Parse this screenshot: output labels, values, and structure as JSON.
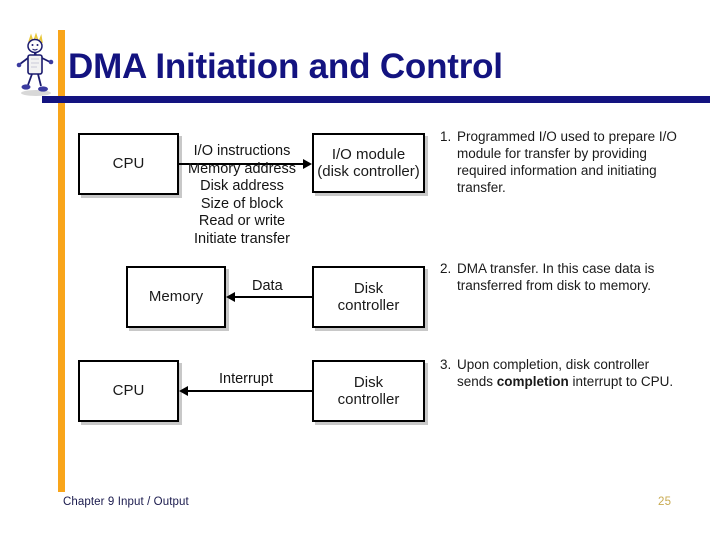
{
  "slide": {
    "title": "DMA Initiation and Control",
    "accent_color": "#f9a51a",
    "title_color": "#131380",
    "background": "#ffffff"
  },
  "footer": {
    "chapter": "Chapter 9 Input / Output",
    "page_number": "25",
    "page_number_color": "#c9ab52"
  },
  "diagram": {
    "boxes": {
      "cpu_top": "CPU",
      "io_module_line1": "I/O module",
      "io_module_line2": "(disk controller)",
      "memory": "Memory",
      "disk_controller_line1": "Disk",
      "disk_controller_line2": "controller",
      "cpu_bottom": "CPU"
    },
    "arrow1_labels": [
      "I/O instructions",
      "Memory address",
      "Disk address",
      "Size of block",
      "Read or write",
      "Initiate transfer"
    ],
    "arrow2_label": "Data",
    "arrow3_label": "Interrupt"
  },
  "notes": [
    {
      "number": "1.",
      "text_before": "Programmed I/O used to prepare I/O module for transfer by providing required information and initiating transfer.",
      "bold": "",
      "text_after": ""
    },
    {
      "number": "2.",
      "text_before": "DMA transfer. In this case data is transferred from disk to memory.",
      "bold": "",
      "text_after": ""
    },
    {
      "number": "3.",
      "text_before": "Upon completion, disk controller sends ",
      "bold": "completion",
      "text_after": " interrupt to CPU."
    }
  ]
}
